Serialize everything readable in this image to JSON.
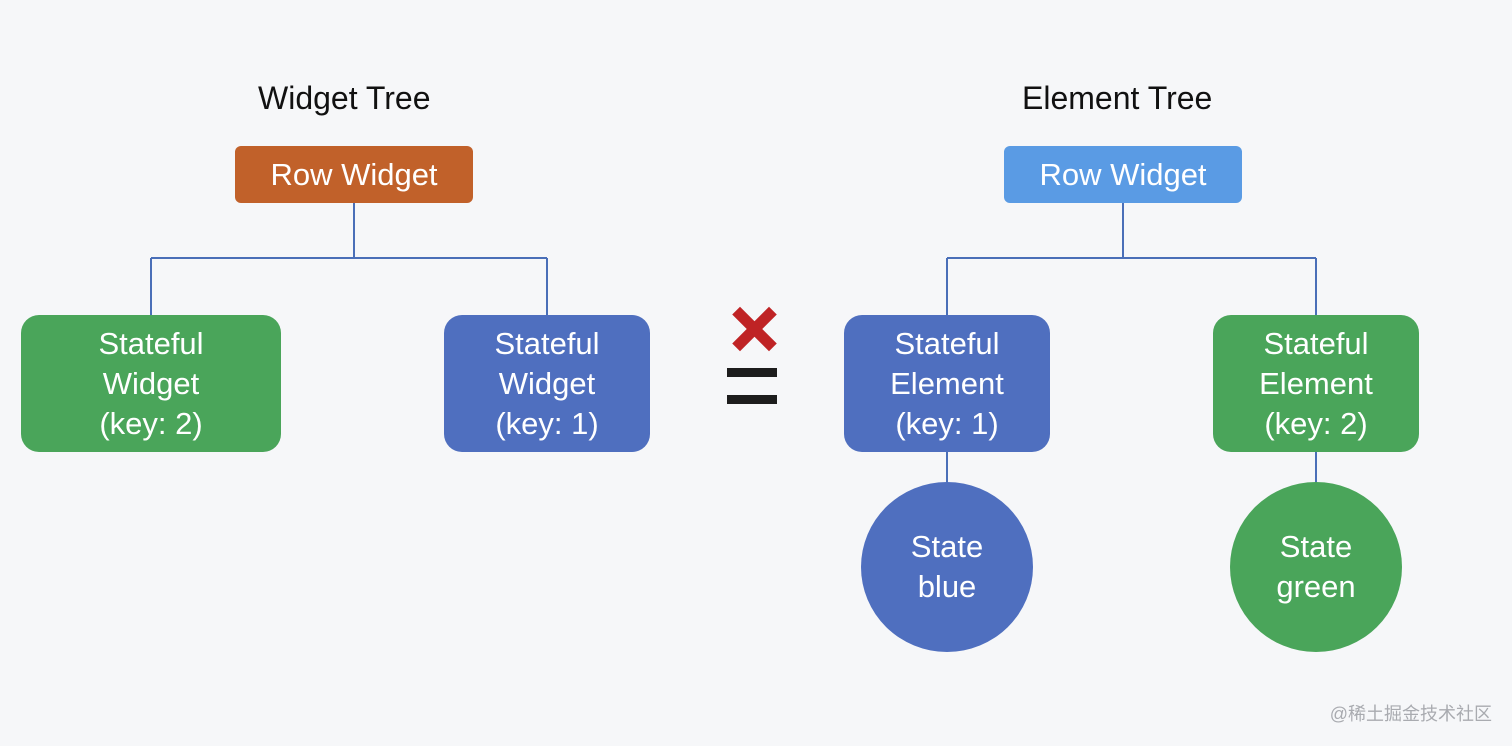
{
  "widget_tree": {
    "title": "Widget Tree",
    "root": {
      "label": "Row Widget"
    },
    "children": [
      {
        "lines": [
          "Stateful",
          "Widget",
          "(key: 2)"
        ]
      },
      {
        "lines": [
          "Stateful",
          "Widget",
          "(key: 1)"
        ]
      }
    ]
  },
  "element_tree": {
    "title": "Element Tree",
    "root": {
      "label": "Row Widget"
    },
    "children": [
      {
        "lines": [
          "Stateful",
          "Element",
          "(key: 1)"
        ],
        "state_lines": [
          "State",
          "blue"
        ]
      },
      {
        "lines": [
          "Stateful",
          "Element",
          "(key: 2)"
        ],
        "state_lines": [
          "State",
          "green"
        ]
      }
    ]
  },
  "relation": {
    "symbol": "not-equal",
    "colors": {
      "cross": "#bf2325",
      "bars": "#1d1d1d"
    }
  },
  "colors": {
    "orange": "#c1612a",
    "light_blue": "#5a9be4",
    "green": "#4aa55a",
    "blue": "#4f6fbf",
    "connector": "#4a6fb8"
  },
  "watermark": "@稀土掘金技术社区"
}
